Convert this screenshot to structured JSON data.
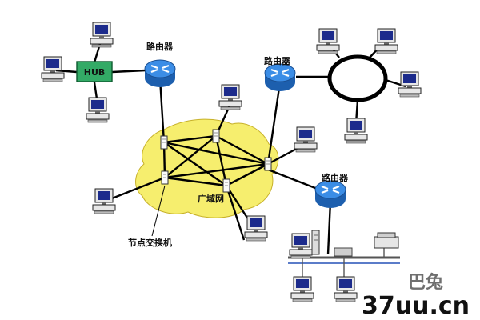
{
  "labels": {
    "hub": "HUB",
    "router_left": "路由器",
    "router_center": "路由器",
    "router_right": "路由器",
    "wan": "广域网",
    "node_switch": "节点交换机"
  },
  "watermark": {
    "brand": "37uu.cn",
    "faded": "巴兔"
  },
  "colors": {
    "hub_fill": "#33aa66",
    "router_fill": "#2f7fd8",
    "wan_cloud": "#f6ee6e",
    "link": "#000000"
  },
  "icons": {
    "workstation": "computer-icon",
    "printer": "printer-icon",
    "server": "server-icon",
    "switch_node": "switch-node-icon"
  }
}
